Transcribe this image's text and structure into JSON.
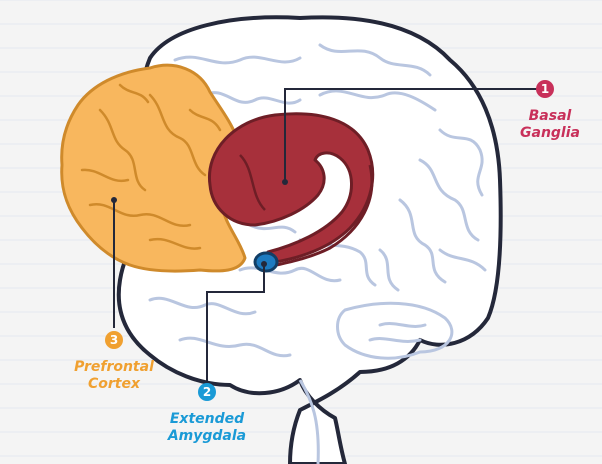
{
  "regions": [
    {
      "id": "basal-ganglia",
      "number": "1",
      "line1": "Basal",
      "line2": "Ganglia",
      "color": "#c8305a"
    },
    {
      "id": "extended-amygdala",
      "number": "2",
      "line1": "Extended",
      "line2": "Amygdala",
      "color": "#1a9ad6"
    },
    {
      "id": "prefrontal-cortex",
      "number": "3",
      "line1": "Prefrontal",
      "line2": "Cortex",
      "color": "#f0a030"
    }
  ],
  "colors": {
    "brain_fill": "#ffffff",
    "brain_outline": "#24283a",
    "brain_folds": "#b9c6e0",
    "prefrontal_fill": "#f8b75e",
    "basal_fill": "#a7303b",
    "amygdala_fill": "#1d7ac0",
    "grid_lines": "#e3e8ef"
  },
  "icons": [
    "brain-illustration"
  ]
}
